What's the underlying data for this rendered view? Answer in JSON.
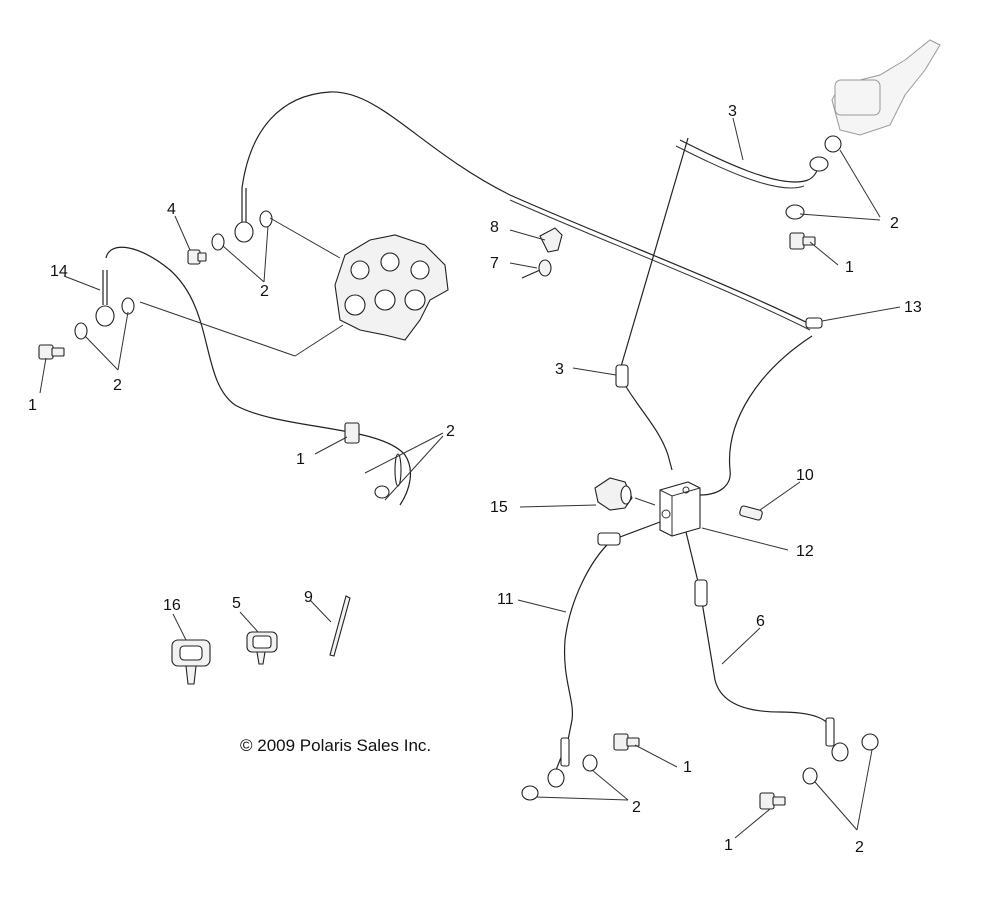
{
  "copyright": "© 2009 Polaris Sales Inc.",
  "callouts": [
    "1",
    "2",
    "3",
    "4",
    "5",
    "6",
    "7",
    "8",
    "9",
    "10",
    "11",
    "12",
    "13",
    "14",
    "15",
    "16"
  ]
}
